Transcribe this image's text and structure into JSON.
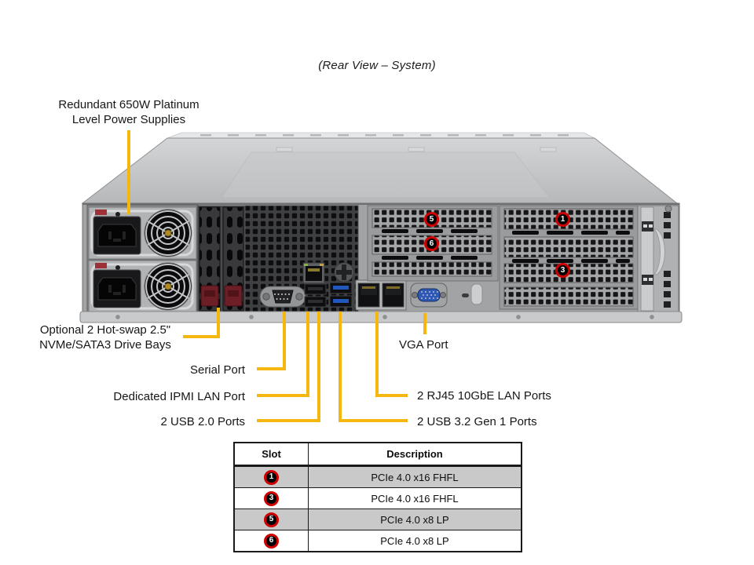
{
  "title": "(Rear View – System)",
  "callouts": {
    "psu": {
      "lines": [
        "Redundant 650W Platinum",
        "Level Power Supplies"
      ]
    },
    "drive_bays": {
      "lines": [
        "Optional 2 Hot-swap 2.5\"",
        "NVMe/SATA3 Drive Bays"
      ]
    },
    "serial": {
      "label": "Serial Port"
    },
    "ipmi": {
      "label": "Dedicated IPMI LAN Port"
    },
    "usb2": {
      "label": "2 USB 2.0 Ports"
    },
    "vga": {
      "label": "VGA Port"
    },
    "rj45": {
      "label": "2 RJ45 10GbE LAN Ports"
    },
    "usb3": {
      "label": "2 USB 3.2 Gen 1 Ports"
    }
  },
  "slot_markers": {
    "slot1": "1",
    "slot3": "3",
    "slot5": "5",
    "slot6": "6"
  },
  "table": {
    "headers": {
      "slot": "Slot",
      "description": "Description"
    },
    "rows": [
      {
        "slot": "1",
        "description": "PCIe 4.0 x16 FHFL"
      },
      {
        "slot": "3",
        "description": "PCIe 4.0 x16 FHFL"
      },
      {
        "slot": "5",
        "description": "PCIe 4.0 x8 LP"
      },
      {
        "slot": "6",
        "description": "PCIe 4.0 x8 LP"
      }
    ]
  },
  "colors": {
    "callout_yellow": "#F3B70F",
    "marker_ring_red": "#CF0000",
    "marker_fill": "#000000",
    "table_shaded_gray": "#C9C9C9"
  }
}
